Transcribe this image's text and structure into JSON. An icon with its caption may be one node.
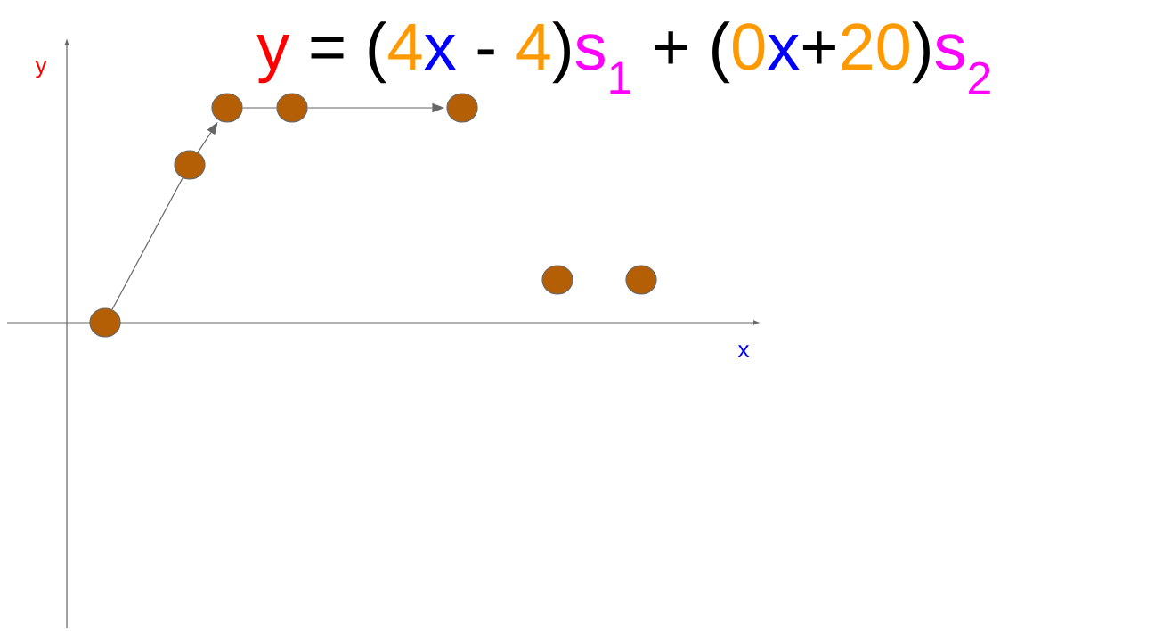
{
  "diagram": {
    "nodes": [
      {
        "text": [],
        "shape": "circle"
      },
      {
        "text": [],
        "shape": "circle"
      },
      {
        "text": [],
        "shape": "circle"
      },
      {
        "text": [],
        "shape": "circle"
      },
      {
        "text": [],
        "shape": "circle"
      },
      {
        "text": [],
        "shape": "circle"
      },
      {
        "text": [],
        "shape": "circle"
      }
    ],
    "edges": [
      {
        "from": 0,
        "to": 1,
        "arrow": "none"
      },
      {
        "from": 1,
        "to": 2,
        "arrow": "to"
      },
      {
        "from": 2,
        "to": 3,
        "arrow": "none"
      },
      {
        "from": 3,
        "to": 4,
        "arrow": "to"
      }
    ],
    "labels": [
      "y",
      "=",
      "(",
      "4",
      "x",
      "-",
      "4",
      ")",
      "s$_{1}$",
      "+",
      "(",
      "0",
      "x",
      "+",
      "20",
      ")",
      "s$_{2}$",
      "y",
      "x"
    ]
  }
}
